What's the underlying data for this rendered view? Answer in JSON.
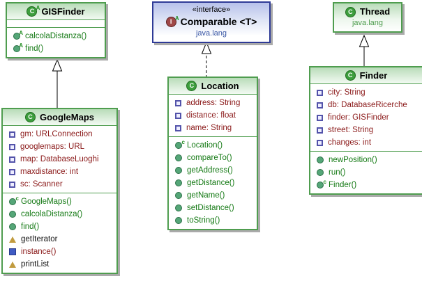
{
  "colors": {
    "class_border": "#4f9d4f",
    "interface_border": "#2e3a96",
    "field_text": "#8b1a1a",
    "method_text": "#157a15",
    "package_blue": "#3a57a5",
    "package_green": "#4f9d4f",
    "shadow": "#aaaaaa"
  },
  "classes": [
    {
      "name": "GISFinder",
      "kind": "abstract-class",
      "fields": [],
      "methods": [
        {
          "label": "calcolaDistanza()",
          "kind": "abstract-method"
        },
        {
          "label": "find()",
          "kind": "abstract-method"
        }
      ]
    },
    {
      "stereotype": "«interface»",
      "name": "Comparable <T>",
      "package": "java.lang",
      "kind": "interface"
    },
    {
      "name": "Thread",
      "package": "java.lang",
      "kind": "class"
    },
    {
      "name": "GoogleMaps",
      "kind": "class",
      "fields": [
        "gm: URLConnection",
        "googlemaps: URL",
        "map: DatabaseLuoghi",
        "maxdistance: int",
        "sc: Scanner"
      ],
      "methods": [
        {
          "label": "GoogleMaps()",
          "kind": "constructor"
        },
        {
          "label": "calcolaDistanza()",
          "kind": "method"
        },
        {
          "label": "find()",
          "kind": "method"
        },
        {
          "label": "getIterator",
          "kind": "triangle-member"
        },
        {
          "label": "instance()",
          "kind": "square-member"
        },
        {
          "label": "printList",
          "kind": "triangle-member"
        }
      ]
    },
    {
      "name": "Location",
      "kind": "class",
      "fields": [
        "address: String",
        "distance: float",
        "name: String"
      ],
      "methods": [
        {
          "label": "Location()",
          "kind": "constructor"
        },
        {
          "label": "compareTo()",
          "kind": "method"
        },
        {
          "label": "getAddress()",
          "kind": "method"
        },
        {
          "label": "getDistance()",
          "kind": "method"
        },
        {
          "label": "getName()",
          "kind": "method"
        },
        {
          "label": "setDistance()",
          "kind": "method"
        },
        {
          "label": "toString()",
          "kind": "method"
        }
      ]
    },
    {
      "name": "Finder",
      "kind": "class",
      "fields": [
        "city: String",
        "db: DatabaseRicerche",
        "finder: GISFinder",
        "street: String",
        "changes: int"
      ],
      "methods": [
        {
          "label": "newPosition()",
          "kind": "method"
        },
        {
          "label": "run()",
          "kind": "method"
        },
        {
          "label": "Finder()",
          "kind": "constructor"
        }
      ]
    }
  ],
  "relations": [
    {
      "from": "GoogleMaps",
      "to": "GISFinder",
      "type": "extends"
    },
    {
      "from": "Location",
      "to": "Comparable",
      "type": "implements"
    },
    {
      "from": "Finder",
      "to": "Thread",
      "type": "extends"
    }
  ]
}
